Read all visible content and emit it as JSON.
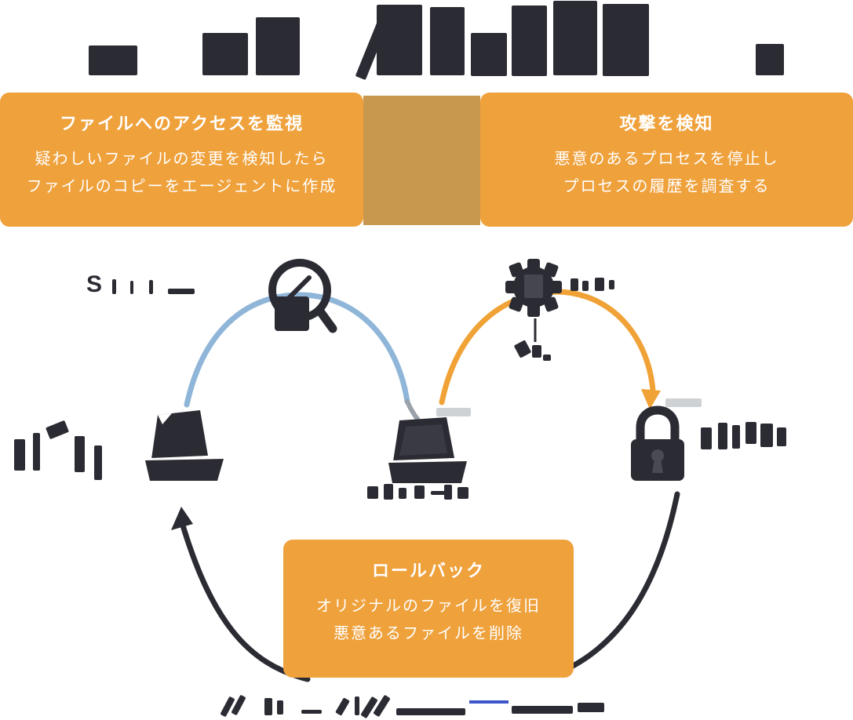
{
  "diagram": {
    "boxes": {
      "monitor": {
        "title": "ファイルへのアクセスを監視",
        "line1": "疑わしいファイルの変更を検知したら",
        "line2": "ファイルのコピーをエージェントに作成"
      },
      "detect": {
        "title": "攻撃を検知",
        "line1": "悪意のあるプロセスを停止し",
        "line2": "プロセスの履歴を調査する"
      },
      "rollback": {
        "title": "ロールバック",
        "line1": "オリジナルのファイルを復旧",
        "line2": "悪意あるファイルを削除"
      }
    },
    "labels": {
      "left_partial": "S"
    },
    "colors": {
      "box_orange": "#EFA13C",
      "strip_tan": "#C8984E",
      "arc_blue": "#8FB6D8",
      "arc_orange": "#F0A236",
      "ink_dark": "#2B2B33",
      "fragment_blue": "#3C55C9",
      "text_white": "#FFFFFF"
    }
  }
}
